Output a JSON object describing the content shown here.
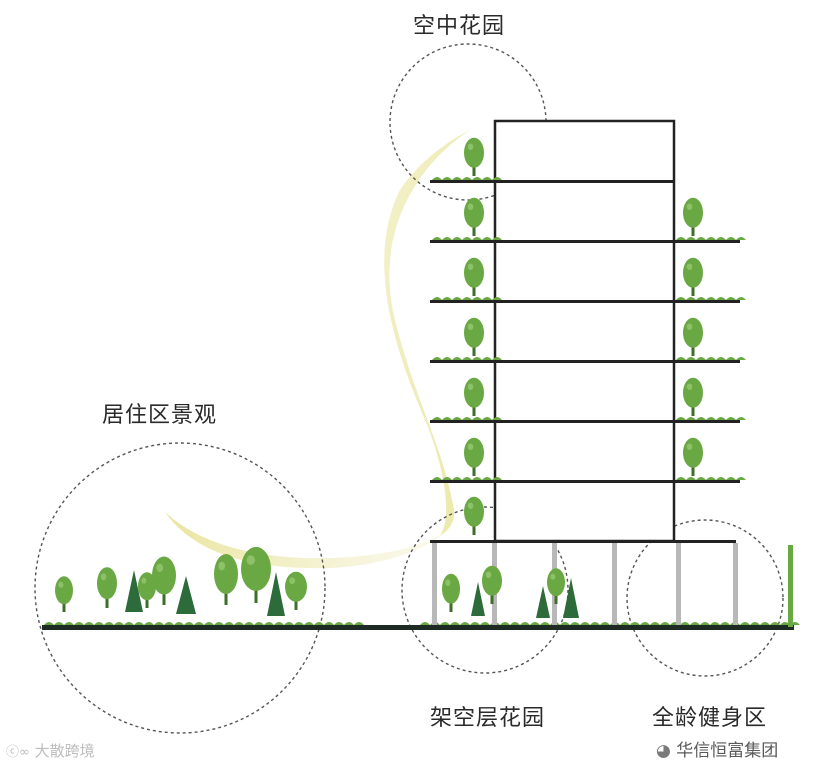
{
  "labels": {
    "sky_garden": "空中花园",
    "residential_landscape": "居住区景观",
    "stilt_floor_garden": "架空层花园",
    "all_age_fitness": "全龄健身区"
  },
  "watermarks": {
    "left": "大散跨境",
    "right": "华信恒富集团"
  },
  "colors": {
    "tree_green": "#6aa843",
    "pine_green": "#2d6b3a",
    "building_line": "#222222",
    "ground": "#1e2b24",
    "column_gray": "#b8b8b8",
    "flow_yellow": "#e8e6a8"
  },
  "icons": [
    "tree-icon",
    "pine-tree-icon",
    "wechat-logo-icon"
  ]
}
